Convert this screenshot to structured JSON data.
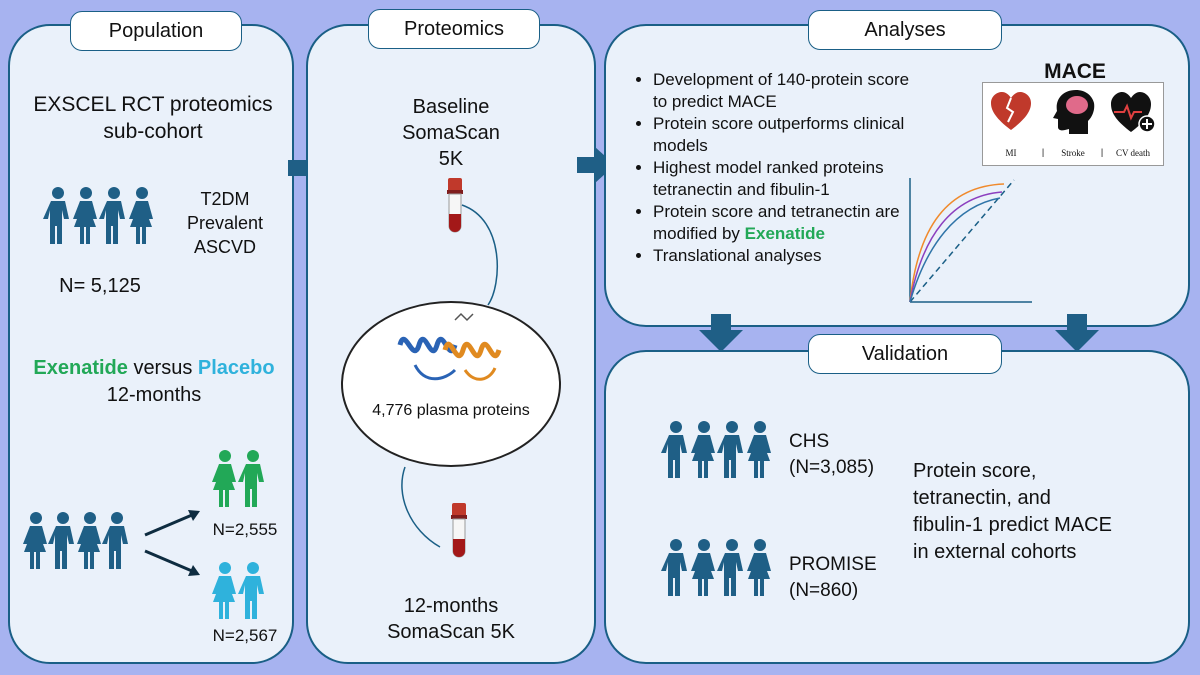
{
  "colors": {
    "background": "#a7b3f0",
    "panel_fill": "#eaf1fa",
    "panel_border": "#1a5f86",
    "person": "#1f5f86",
    "exenatide": "#22a857",
    "placebo": "#2fb2dc",
    "arrow": "#1f5f86"
  },
  "population": {
    "header": "Population",
    "cohort_line1": "EXSCEL RCT proteomics",
    "cohort_line2": "sub-cohort",
    "criteria": [
      "T2DM",
      "Prevalent",
      "ASCVD"
    ],
    "n_total": "N= 5,125",
    "exenatide": "Exenatide",
    "versus": "versus",
    "placebo": "Placebo",
    "duration": "12-months",
    "n_exenatide": "N=2,555",
    "n_placebo": "N=2,567"
  },
  "proteomics": {
    "header": "Proteomics",
    "baseline": [
      "Baseline",
      "SomaScan",
      "5K"
    ],
    "proteins": "4,776 plasma proteins",
    "followup": [
      "12-months",
      "SomaScan 5K"
    ]
  },
  "analyses": {
    "header": "Analyses",
    "bullets": [
      "Development of 140-protein score to predict MACE",
      "Protein score outperforms clinical models",
      "Highest model ranked proteins tetranectin and fibulin-1"
    ],
    "bullet4_prefix": "Protein score and tetranectin are modified by ",
    "bullet4_drug": "Exenatide",
    "bullet5": "Translational analyses",
    "mace_title": "MACE",
    "mace_labels": [
      "MI",
      "Stroke",
      "CV death"
    ],
    "mace_separator": "|"
  },
  "validation": {
    "header": "Validation",
    "cohort1_name": "CHS",
    "cohort1_n": "(N=3,085)",
    "cohort2_name": "PROMISE",
    "cohort2_n": "(N=860)",
    "conclusion": [
      "Protein score,",
      "tetranectin, and",
      "fibulin-1 predict MACE",
      "in external cohorts"
    ]
  }
}
